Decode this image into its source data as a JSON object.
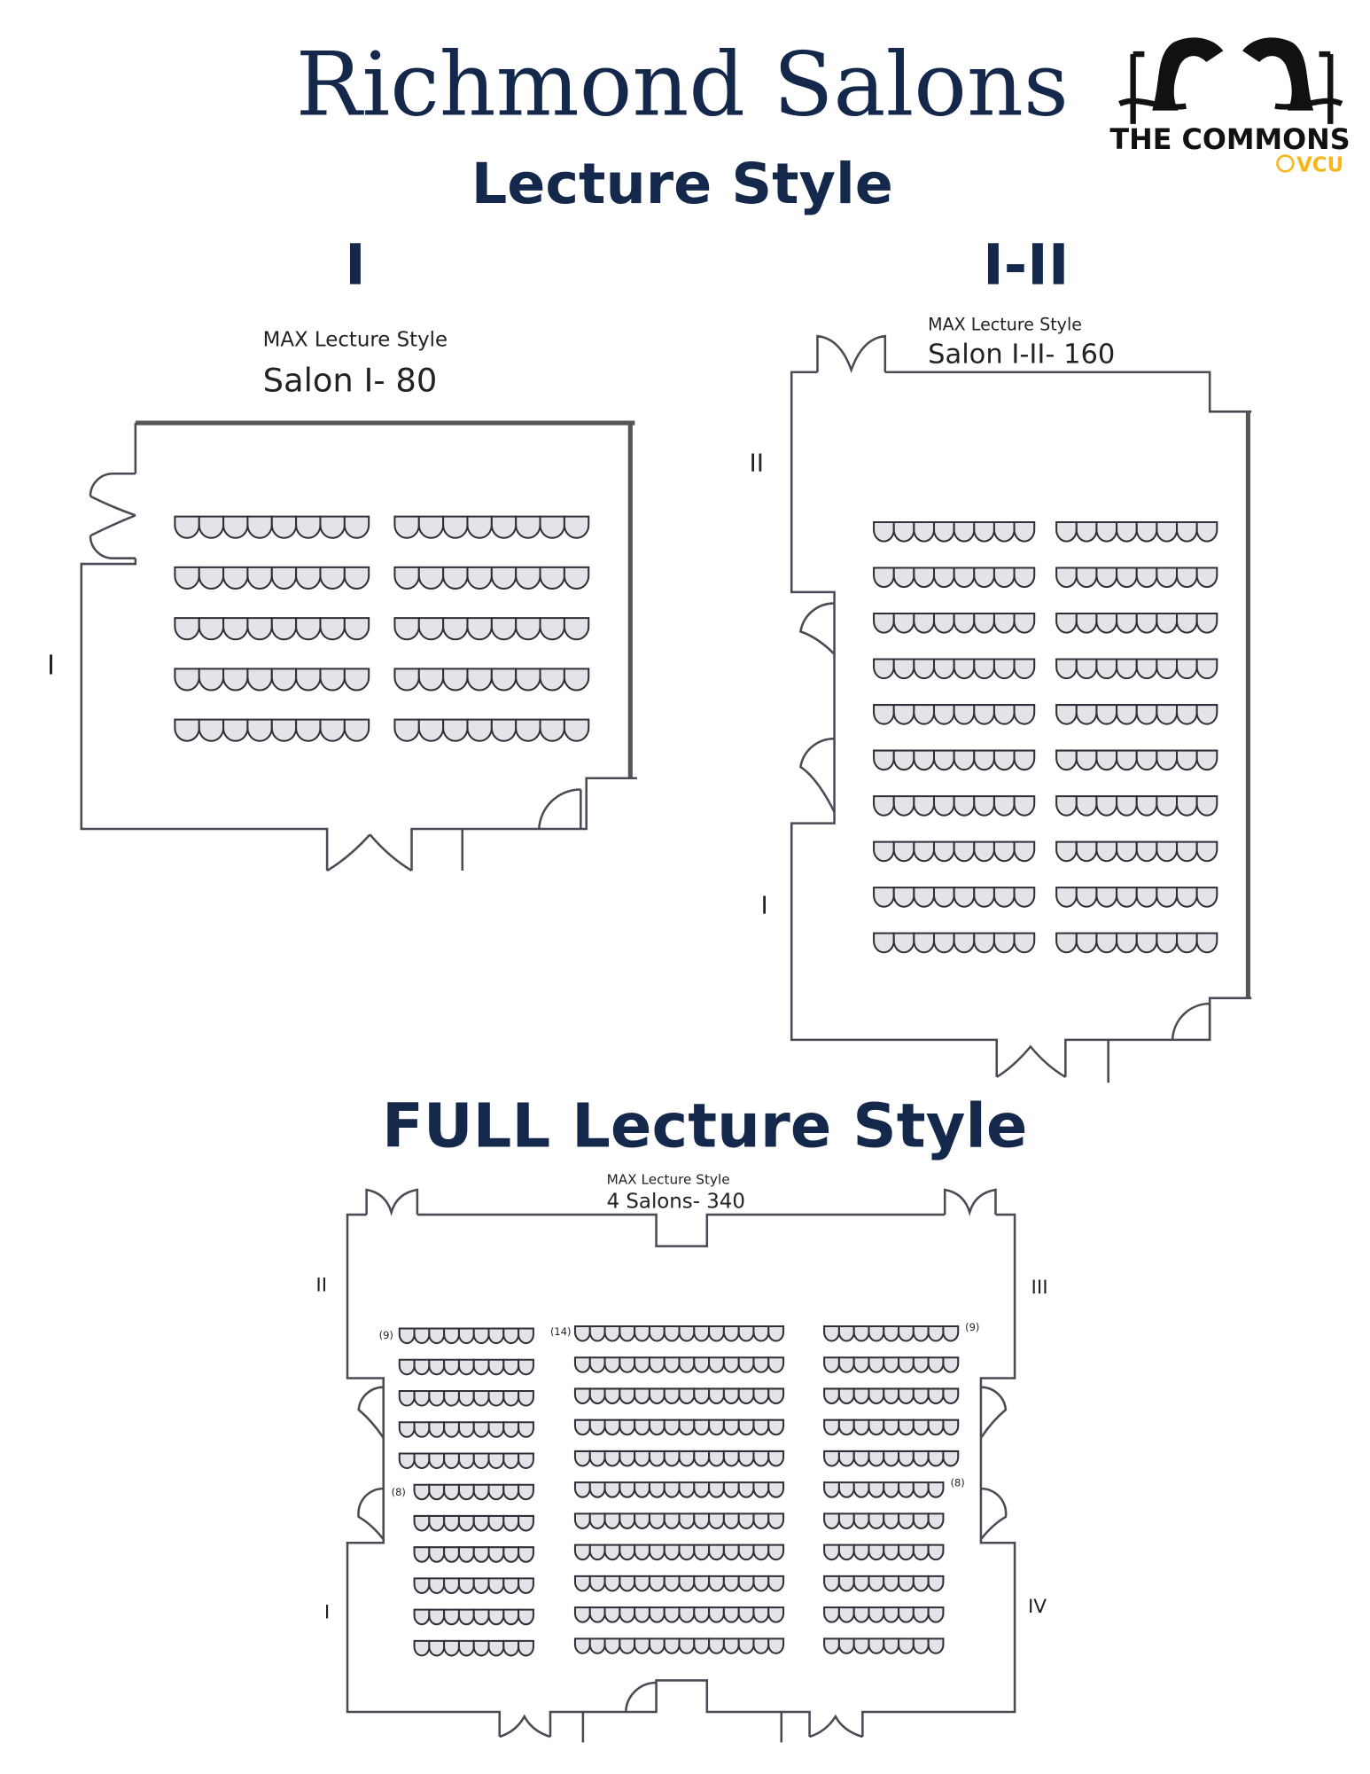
{
  "title": "Richmond Salons",
  "subtitle": "Lecture Style",
  "logo": {
    "name": "THE COMMONS",
    "sub": "VCU",
    "gold": "#f5b81c"
  },
  "colors": {
    "navy": "#14284b"
  },
  "salon_i": {
    "heading": "I",
    "max_label": "MAX Lecture Style",
    "capacity_label": "Salon I- 80",
    "wall_labels": [
      "I"
    ],
    "rows": 5,
    "blocks": [
      8,
      8
    ]
  },
  "salon_i_ii": {
    "heading": "I-II",
    "max_label": "MAX Lecture Style",
    "capacity_label": "Salon I-II-  160",
    "wall_labels": [
      "II",
      "I"
    ],
    "rows": 10,
    "blocks": [
      8,
      8
    ]
  },
  "full": {
    "heading": "FULL Lecture Style",
    "max_label": "MAX Lecture Style",
    "capacity_label": "4 Salons- 340",
    "wall_labels": [
      "II",
      "I",
      "III",
      "IV"
    ],
    "count_labels": [
      "(9)",
      "(14)",
      "(9)",
      "(8)",
      "(8)"
    ],
    "left_rows": [
      9,
      9,
      9,
      9,
      9,
      8,
      8,
      8,
      8,
      8,
      8
    ],
    "center_rows": [
      14,
      14,
      14,
      14,
      14,
      14,
      14,
      14,
      14,
      14,
      14
    ],
    "right_rows": [
      9,
      9,
      9,
      9,
      9,
      8,
      8,
      8,
      8,
      8,
      8
    ]
  }
}
